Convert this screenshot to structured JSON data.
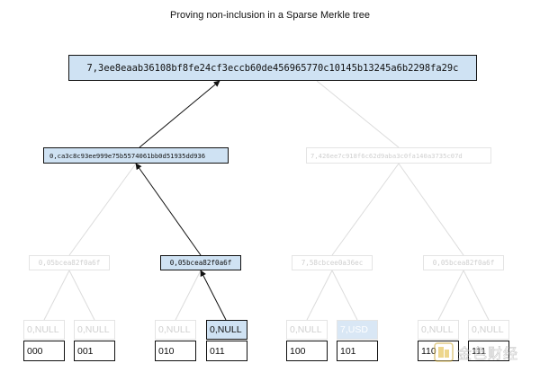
{
  "title": "Proving non-inclusion in a Sparse Merkle tree",
  "root": {
    "label": "7,3ee8eaab36108bf8fe24cf3eccb60de456965770c10145b13245a6b2298fa29c"
  },
  "level1": [
    {
      "label": "0,ca3c8c93ee999e75b5574061bb0d51935dd936"
    },
    {
      "label": "7,426ee7c918f6c62d9aba3c0fa140a3735c07d"
    }
  ],
  "level2": [
    {
      "label": "0,05bcea82f0a6f"
    },
    {
      "label": "0,05bcea82f0a6f"
    },
    {
      "label": "7,58cbcee0a36ec"
    },
    {
      "label": "0,05bcea82f0a6f"
    }
  ],
  "leaves": [
    {
      "value": "0,NULL",
      "key": "000"
    },
    {
      "value": "0,NULL",
      "key": "001"
    },
    {
      "value": "0,NULL",
      "key": "010"
    },
    {
      "value": "0,NULL",
      "key": "011"
    },
    {
      "value": "0,NULL",
      "key": "100"
    },
    {
      "value": "7,USD",
      "key": "101"
    },
    {
      "value": "0,NULL",
      "key": "110"
    },
    {
      "value": "0,NULL",
      "key": "111"
    }
  ],
  "watermark": "金色财经"
}
